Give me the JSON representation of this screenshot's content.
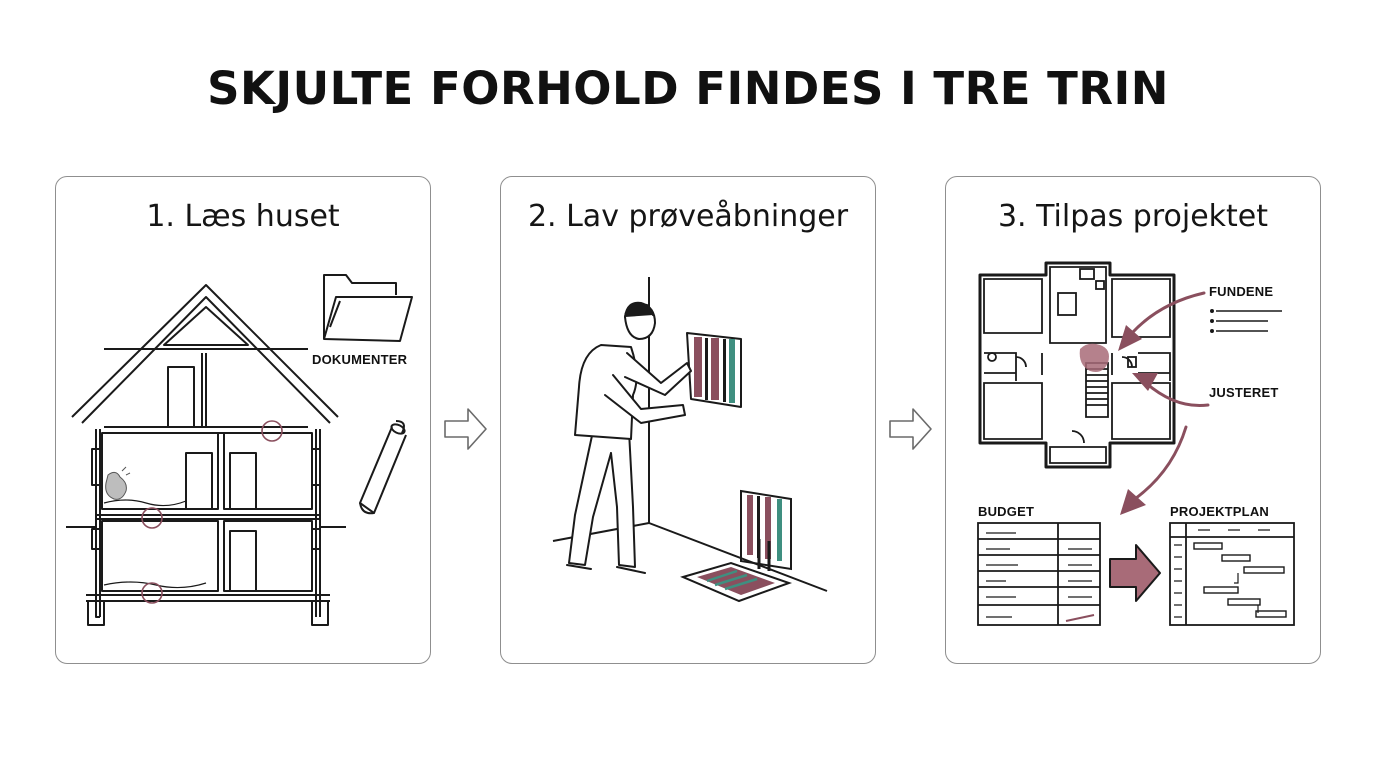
{
  "title": "SKJULTE FORHOLD FINDES I TRE TRIN",
  "colors": {
    "accent": "#8a4f5e",
    "accent_fill": "#a86b78",
    "teal": "#3f8f80",
    "stroke": "#1a1a1a",
    "border": "#8f8f8f"
  },
  "steps": [
    {
      "title": "1. Læs huset",
      "labels": {
        "documents": "DOKUMENTER"
      }
    },
    {
      "title": "2. Lav prøveåbninger"
    },
    {
      "title": "3. Tilpas projektet",
      "labels": {
        "findings": "FUNDENE",
        "adjusted": "JUSTERET",
        "budget": "BUDGET",
        "plan": "PROJEKTPLAN"
      }
    }
  ]
}
